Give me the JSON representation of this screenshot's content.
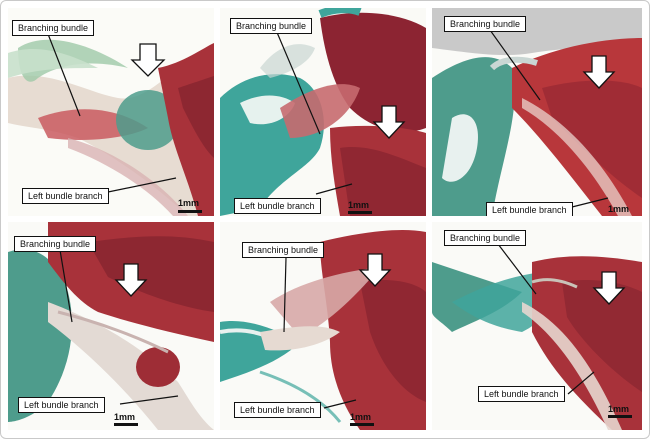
{
  "labels": {
    "branching_bundle": "Branching bundle",
    "left_bundle_branch": "Left bundle branch",
    "scale": "1mm"
  },
  "colors": {
    "muscle": "#a8323a",
    "muscle_dark": "#7b1f2c",
    "collagen": "#3fa59b",
    "background": "#ffffff"
  }
}
